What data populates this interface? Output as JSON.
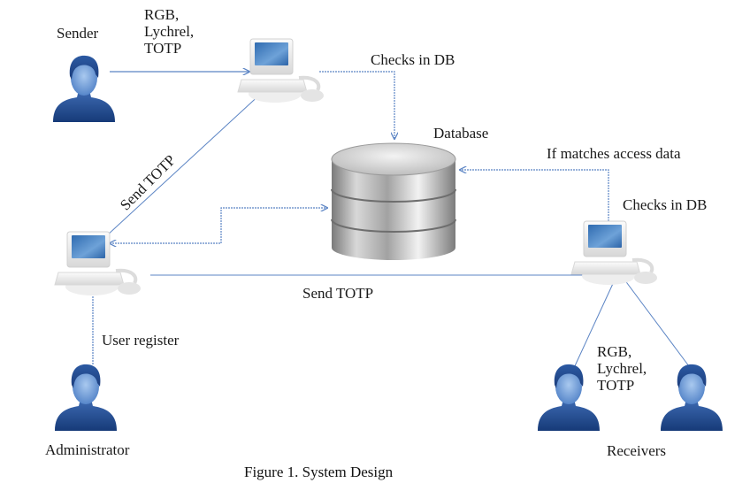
{
  "figure": {
    "caption": "Figure 1. System Design"
  },
  "nodes": {
    "sender": {
      "label": "Sender",
      "icon": "user-icon"
    },
    "administrator": {
      "label": "Administrator",
      "icon": "user-icon"
    },
    "receivers": {
      "label": "Receivers",
      "icon": "user-icon",
      "count": 2
    },
    "database": {
      "label": "Database",
      "icon": "database-icon"
    },
    "sender_computer": {
      "icon": "computer-icon"
    },
    "admin_computer": {
      "icon": "computer-icon"
    },
    "receiver_computer": {
      "icon": "computer-icon"
    }
  },
  "edge_labels": {
    "sender_credentials": "RGB,\nLychrel,\nTOTP",
    "sender_checks_db": "Checks in DB",
    "send_totp_diagonal": "Send TOTP",
    "send_totp_horizontal": "Send TOTP",
    "if_matches": "If matches access data",
    "receiver_checks_db": "Checks in DB",
    "user_register": "User register",
    "receiver_credentials": "RGB,\nLychrel,\nTOTP"
  },
  "colors": {
    "arrow": "#5b84c4",
    "user_dark": "#1f3f7a",
    "user_light": "#6a9ad6",
    "screen": "#3d77b8",
    "db_silver": "#b8b8b8"
  }
}
